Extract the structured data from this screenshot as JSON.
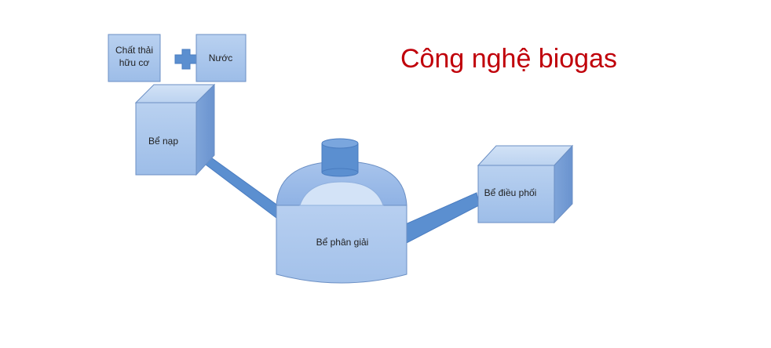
{
  "title": "Công nghệ biogas",
  "boxes": {
    "waste": "Chất thải hữu cơ",
    "waste_line1": "Chất thải",
    "waste_line2": "hữu cơ",
    "water": "Nước",
    "feed_tank": "Bể nạp",
    "digester": "Bể phân giải",
    "regulator": "Bể điều phối"
  },
  "colors": {
    "box_fill": "#a9c6ec",
    "box_stroke": "#6b8fc4",
    "pipe": "#5b8fd0",
    "accent": "#5b8fd0",
    "title": "#c0000a"
  }
}
